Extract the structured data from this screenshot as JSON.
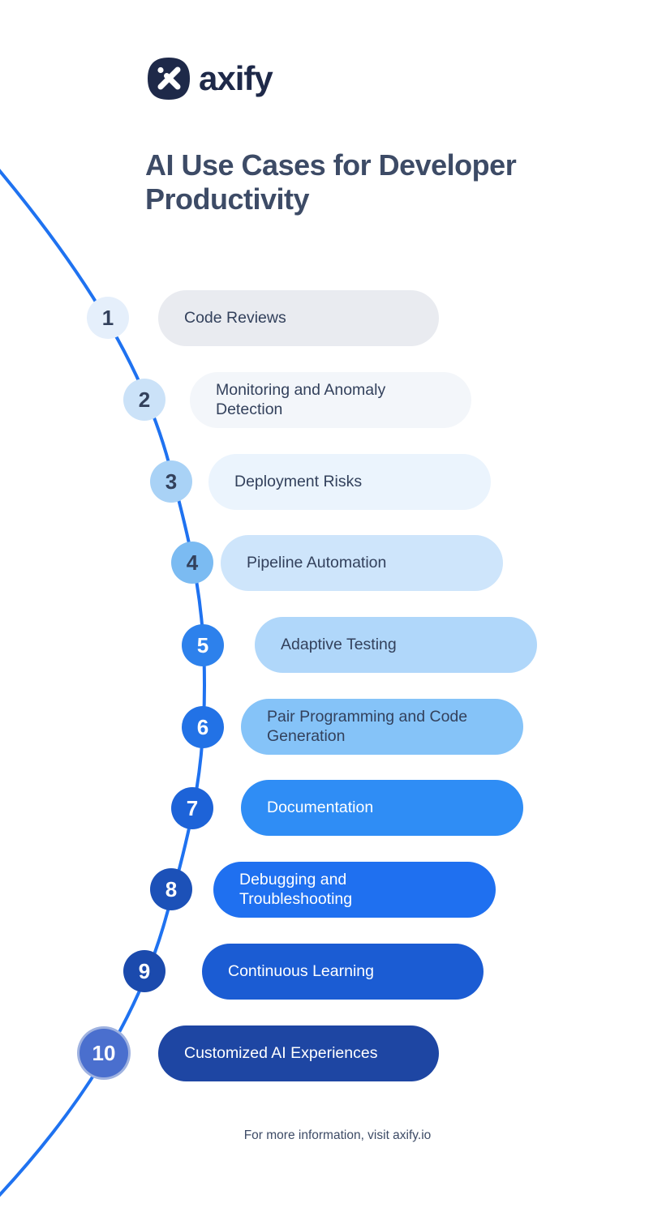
{
  "brand": {
    "name": "axify",
    "icon": "axify-x-icon",
    "color": "#1e2949"
  },
  "title": "AI Use Cases for Developer Productivity",
  "items": [
    {
      "number": "1",
      "label": "Code Reviews",
      "pill_color": "#e9ebf0",
      "circle_color": "#e5effb",
      "label_color": "#33415c",
      "number_color": "#33415c"
    },
    {
      "number": "2",
      "label": "Monitoring and Anomaly Detection",
      "pill_color": "#f3f6fa",
      "circle_color": "#cbe2f8",
      "label_color": "#33415c",
      "number_color": "#33415c"
    },
    {
      "number": "3",
      "label": "Deployment Risks",
      "pill_color": "#ebf4fd",
      "circle_color": "#a9d2f6",
      "label_color": "#33415c",
      "number_color": "#33415c"
    },
    {
      "number": "4",
      "label": "Pipeline Automation",
      "pill_color": "#cee5fb",
      "circle_color": "#7bbbf2",
      "label_color": "#33415c",
      "number_color": "#33415c"
    },
    {
      "number": "5",
      "label": "Adaptive Testing",
      "pill_color": "#b0d7fa",
      "circle_color": "#2d81ec",
      "label_color": "#33415c",
      "number_color": "#ffffff"
    },
    {
      "number": "6",
      "label": "Pair Programming and Code Generation",
      "pill_color": "#85c3f8",
      "circle_color": "#2272e6",
      "label_color": "#33415c",
      "number_color": "#ffffff"
    },
    {
      "number": "7",
      "label": "Documentation",
      "pill_color": "#2f8df5",
      "circle_color": "#1d63d8",
      "label_color": "#ffffff",
      "number_color": "#ffffff"
    },
    {
      "number": "8",
      "label": "Debugging and Troubleshooting",
      "pill_color": "#1f70f0",
      "circle_color": "#1c51b8",
      "label_color": "#ffffff",
      "number_color": "#ffffff"
    },
    {
      "number": "9",
      "label": "Continuous Learning",
      "pill_color": "#1b5cd3",
      "circle_color": "#1b4aad",
      "label_color": "#ffffff",
      "number_color": "#ffffff"
    },
    {
      "number": "10",
      "label": "Customized AI Experiences",
      "pill_color": "#1e46a3",
      "circle_color": "#4a6fce",
      "label_color": "#ffffff",
      "number_color": "#ffffff"
    }
  ],
  "footer": {
    "text": "For more information, visit axify.io"
  },
  "colors": {
    "line": "#1f72f0",
    "background": "#ffffff",
    "title": "#3d4b66"
  }
}
